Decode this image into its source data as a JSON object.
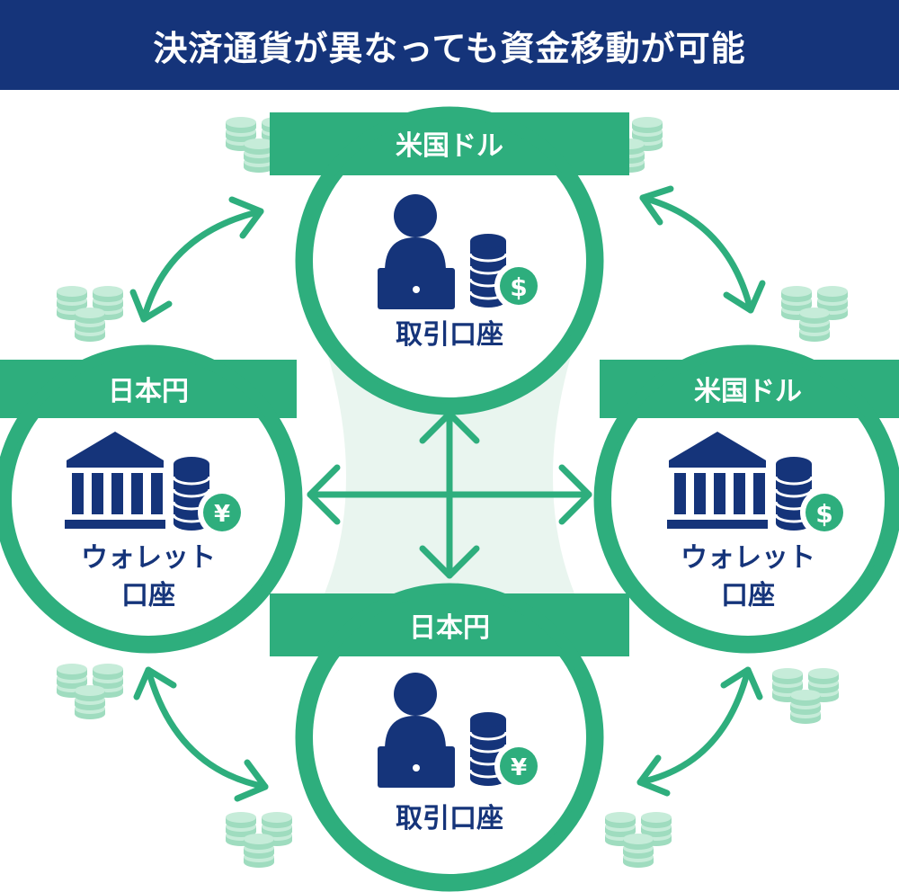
{
  "title": "決済通貨が異なっても資金移動が可能",
  "colors": {
    "header_bg": "#15347a",
    "green": "#2eae7d",
    "navy": "#15347a",
    "coin_light": "#9fdcbf",
    "hub_bg": "#e9f5ef"
  },
  "nodes": {
    "top": {
      "currency": "米国ドル",
      "account_line1": "取引口座",
      "account_line2": "",
      "icon": "person-laptop-icon",
      "coin_symbol": "$"
    },
    "left": {
      "currency": "日本円",
      "account_line1": "ウォレット",
      "account_line2": "口座",
      "icon": "bank-icon",
      "coin_symbol": "¥"
    },
    "right": {
      "currency": "米国ドル",
      "account_line1": "ウォレット",
      "account_line2": "口座",
      "icon": "bank-icon",
      "coin_symbol": "$"
    },
    "bottom": {
      "currency": "日本円",
      "account_line1": "取引口座",
      "account_line2": "",
      "icon": "person-laptop-icon",
      "coin_symbol": "¥"
    }
  }
}
